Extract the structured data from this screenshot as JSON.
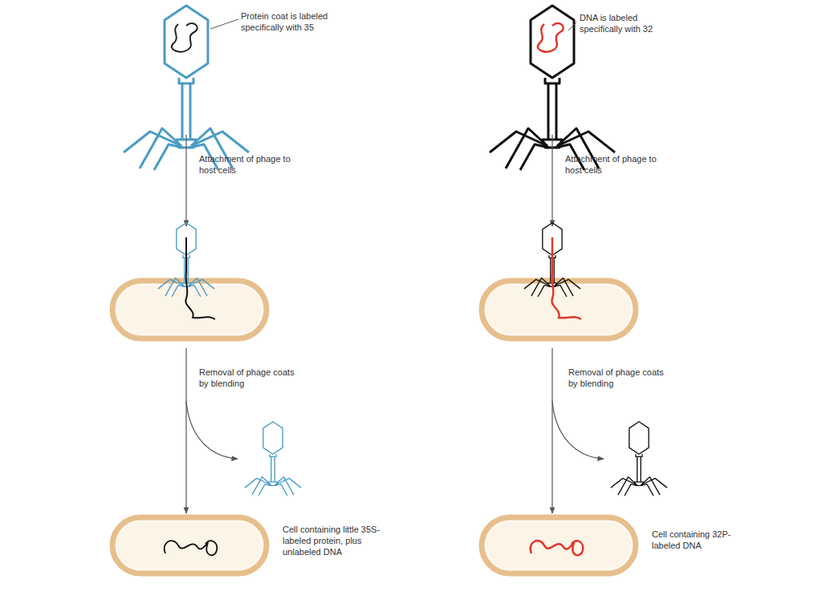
{
  "diagram": {
    "labels": [
      "Protein coat is labeled specifically with 35",
      "DNA is labeled specifically with 32",
      "Attachment of phage to host cells",
      "Attachment of phage to host cells",
      "Removal of phage coats by blending",
      "Removal of phage coats by blending",
      "Cell containing little 35S-labeled protein, plus unlabeled DNA",
      "Cell containing 32P-labeled DNA"
    ]
  }
}
